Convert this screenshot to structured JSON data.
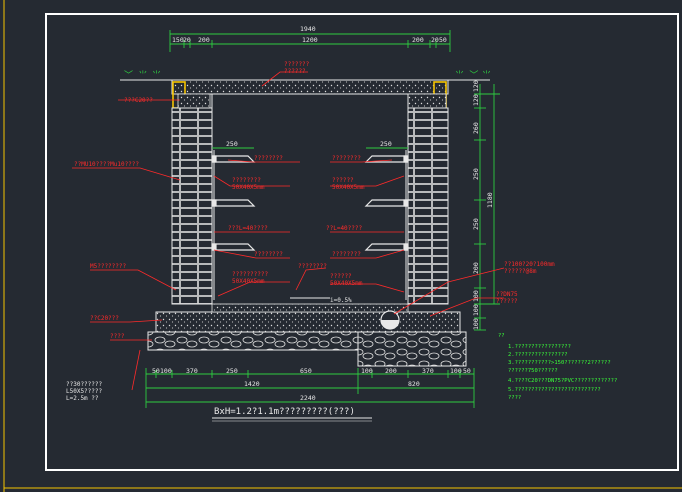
{
  "dimensions": {
    "overall_top": "1940",
    "top_breakdown": [
      "150",
      "20",
      "200",
      "1200",
      "200",
      "20",
      "50"
    ],
    "right_side": [
      "120",
      "120",
      "260",
      "250",
      "250",
      "200",
      "100"
    ],
    "right_total": "1180",
    "right_base": [
      "100",
      "100"
    ],
    "bottom_row": [
      "50",
      "100",
      "370",
      "250",
      "650",
      "100",
      "200",
      "370",
      "100",
      "50"
    ],
    "bottom_sub": [
      "1420",
      "820"
    ],
    "bottom_total": "2240",
    "shelf_width_left": "250",
    "shelf_width_right": "250"
  },
  "labels": {
    "cover_slab": "???????\n??????",
    "left_wall_top": "???C20??",
    "left_wall_mid": "??MU10????Mu10????",
    "left_wall_mortar": "M5????????",
    "base_concrete": "??C20???",
    "base_stone": "????",
    "support_top": "????????",
    "support_angle": "????????\n50X40X5mm",
    "support_mid": "???L=40????",
    "support_low": "??????????\n50X40X5mm",
    "right_support_top": "????????",
    "right_angle": "??????\n50X40X5mm",
    "right_support_mid": "??L=40????",
    "right_support_low": "??????\n50X40X5mm",
    "drain_pipe": "??100?20?100mm\n??????@8m",
    "slope": "i=0.5%",
    "drain_detail": "??DN75\n??????",
    "ground_rod": "??30??????\nL50X5?????\nL=2.5m ??",
    "center_note": "????????",
    "title": "BxH=1.2?1.1m?????????(???)",
    "notes_heading": "??",
    "notes": [
      "1.?????????????????",
      "2.????????????????",
      "3.???????????>150???????2??????",
      "  ??????750??????",
      "4.????C20???DN75?PVC?????????????",
      "5.??????????????????????????",
      "  ????"
    ]
  },
  "colors": {
    "background": "#252a32",
    "lines": "#e8e8e8",
    "annotation": "#ff2a2a",
    "dimension": "#2ecc40",
    "beam": "#f5c400",
    "notes": "#39ff39"
  }
}
